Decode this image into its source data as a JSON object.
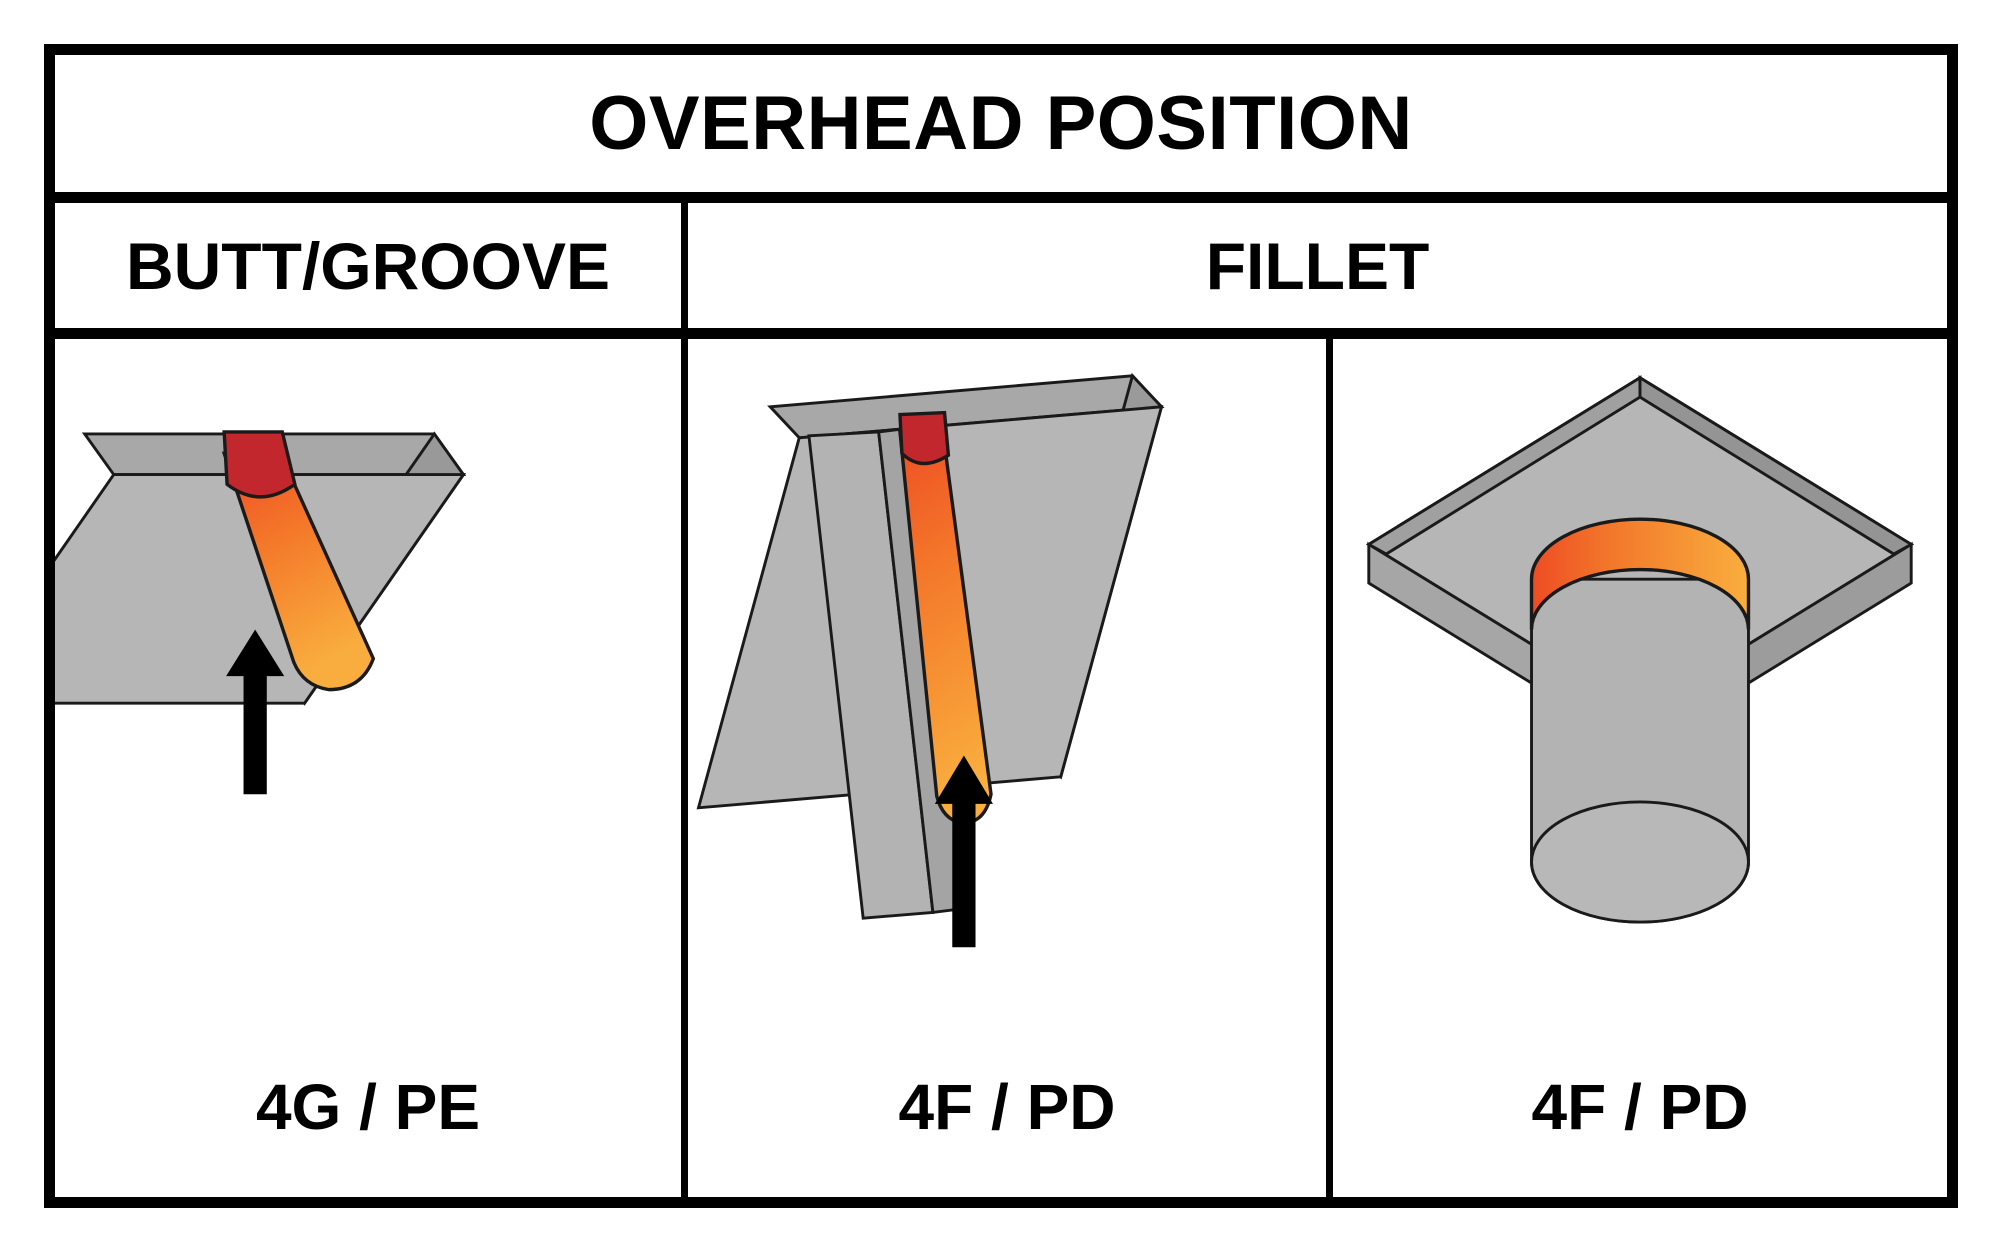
{
  "title": "OVERHEAD POSITION",
  "columns": [
    {
      "id": "butt-groove",
      "label": "BUTT/GROOVE"
    },
    {
      "id": "fillet",
      "label": "FILLET"
    }
  ],
  "cells": [
    {
      "id": "butt-groove-plate",
      "label": "4G / PE",
      "illustration": "groove-weld-plate-overhead",
      "has_direction_arrow": true
    },
    {
      "id": "fillet-tee-joint",
      "label": "4F / PD",
      "illustration": "fillet-weld-tee-joint-overhead",
      "has_direction_arrow": true
    },
    {
      "id": "fillet-pipe-to-plate",
      "label": "4F / PD",
      "illustration": "fillet-weld-pipe-to-plate-overhead",
      "has_direction_arrow": false
    }
  ],
  "colors": {
    "border": "#000000",
    "background": "#ffffff",
    "metal_face": "#b3b3b3",
    "metal_edge": "#a0a0a0",
    "metal_edge_dark": "#999999",
    "metal_top": "#a8a8a8",
    "weld_hot": "#c1272d",
    "weld_mid": "#f15a29",
    "weld_cool": "#f7a13c",
    "outline": "#1a1a1a"
  }
}
